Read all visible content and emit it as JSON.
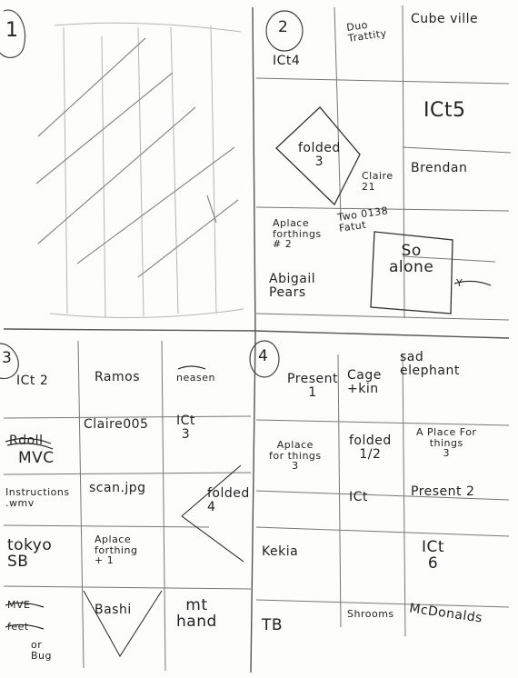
{
  "section_numbers": {
    "q1": "1",
    "q2": "2",
    "q3": "3",
    "q4": "4"
  },
  "q2": {
    "ict4": "ICt4",
    "duo": "Duo\nTrattity",
    "cubeville": "Cube ville",
    "ict5": "ICt5",
    "folded": "folded\n3",
    "claire": "Claire\n21",
    "brendan": "Brendan",
    "aplace": "Aplace\nforthings\n# 2",
    "two_ojo": "Two 0138\nFatut",
    "so_alone": "So\nalone",
    "abigail": "Abigail\nPears",
    "crossed_tail": "Y"
  },
  "q3": {
    "ict2": "ICt 2",
    "ramos": "Ramos",
    "neasen": "neasen",
    "mvc_strike": "Rdoll",
    "mvc": "MVC",
    "claire005": "Claire005",
    "ict3": "ICt\n3",
    "instructions": "Instructions\n.wmv",
    "scan": "scan.jpg",
    "folded4": "folded\n4",
    "tokyo": "tokyo\nSB",
    "aplace1": "Aplace\nforthing\n+ 1",
    "mve_strike": "MVE",
    "feet_strike": "feet",
    "or_bug": "or\nBug",
    "bashi": "Bashi",
    "mt_hand": "mt\nhand"
  },
  "q4": {
    "present1": "Present\n1",
    "cage": "Cage\n+kin",
    "sad_elephant": "sad\nelephant",
    "aplace3": "Aplace\nfor things\n3",
    "folded_half": "folded\n1/2",
    "aplace3b": "A Place For\nthings\n3",
    "ict": "ICt",
    "present2": "Present 2",
    "kekia": "Kekia",
    "ict6": "ICt\n6",
    "tb": "TB",
    "shrooms": "Shrooms",
    "mcdonalds": "McDonalds"
  },
  "colors": {
    "ink": "#222222",
    "pencil": "#9a9a9a",
    "paper": "#fdfdfb"
  }
}
